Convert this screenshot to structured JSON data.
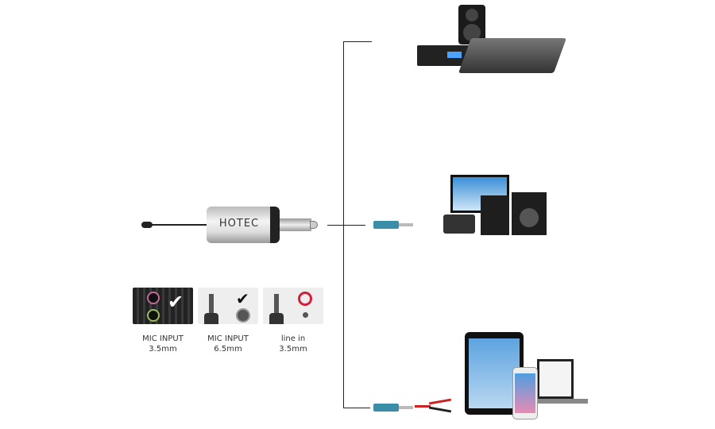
{
  "receiver": {
    "brand": "HOTEC"
  },
  "compatibility": [
    {
      "label_line1": "MIC INPUT",
      "label_line2": "3.5mm",
      "status": "check"
    },
    {
      "label_line1": "MIC INPUT",
      "label_line2": "6.5mm",
      "status": "check"
    },
    {
      "label_line1": "line in",
      "label_line2": "3.5mm",
      "status": "prohibited"
    }
  ],
  "colors": {
    "adapter": "#3b8ea8",
    "prohibited": "#d0203a",
    "line": "#222222"
  }
}
